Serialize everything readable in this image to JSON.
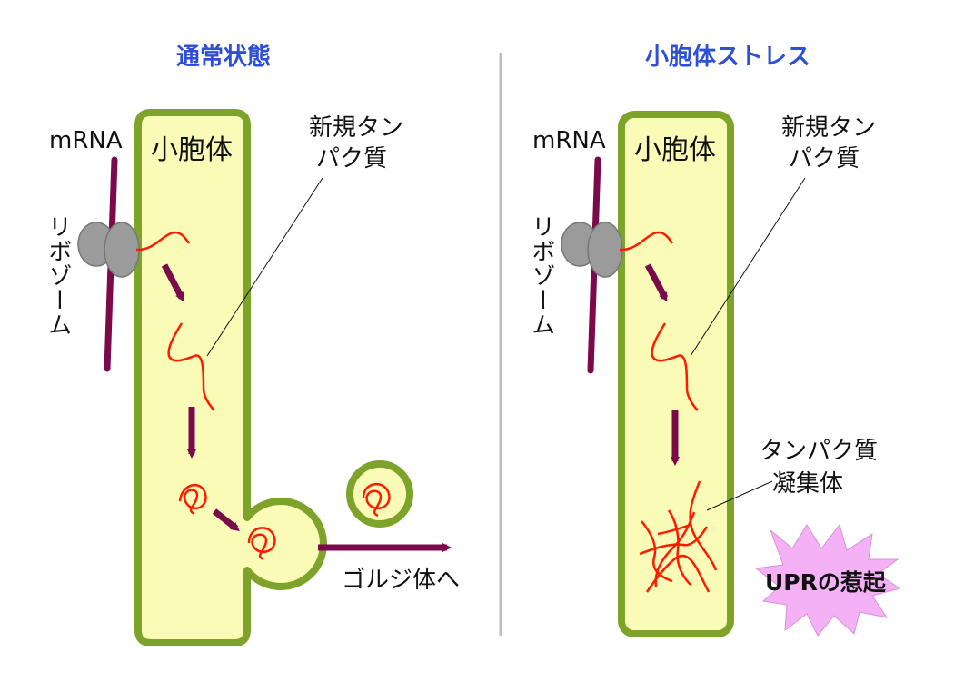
{
  "colors": {
    "title": "#2f4fd6",
    "organelle_fill": "#fafbb7",
    "organelle_stroke": "#7ea32a",
    "mrna": "#7a0a4a",
    "arrow": "#7a0a4a",
    "protein": "#ff1a00",
    "ribosome": "#9b9b9b",
    "divider": "#bdbdbd",
    "upr_burst": "#f5b1f5"
  },
  "normal": {
    "title": "通常状態",
    "mrna_label": "mRNA",
    "ribosome_label": "リボゾーム",
    "organelle_label": "小胞体",
    "protein_label_1": "新規タン",
    "protein_label_2": "パク質",
    "golgi_label": "ゴルジ体へ"
  },
  "stress": {
    "title": "小胞体ストレス",
    "mrna_label": "mRNA",
    "ribosome_label": "リボゾーム",
    "organelle_label": "小胞体",
    "protein_label_1": "新規タン",
    "protein_label_2": "パク質",
    "aggregate_label_1": "タンパク質",
    "aggregate_label_2": "凝集体",
    "upr_label": "UPRの惹起"
  }
}
